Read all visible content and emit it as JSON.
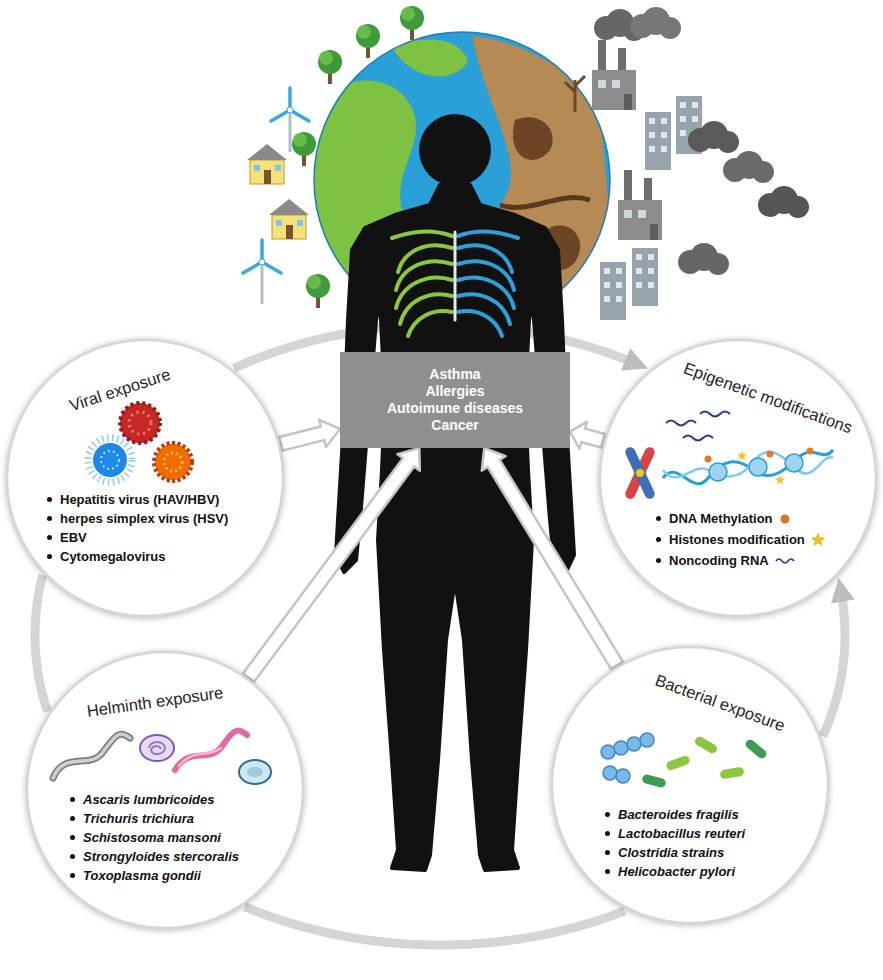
{
  "diagram": {
    "nodes": [
      {
        "text": [
          "Asthma",
          "Allergies",
          "Autoimune diseases",
          "Cancer"
        ]
      },
      {
        "text": [
          "Viral exposure",
          "Hepatitis virus (HAV/HBV)",
          "herpes simplex virus (HSV)",
          "EBV",
          "Cytomegalovirus"
        ]
      },
      {
        "text": [
          "Epigenetic modifications",
          "DNA Methylation",
          "Histones modification",
          "Noncoding RNA"
        ]
      },
      {
        "text": [
          "Helminth exposure",
          "Ascaris lumbricoides",
          "Trichuris trichiura",
          "Schistosoma mansoni",
          "Strongyloides stercoralis",
          "Toxoplasma gondii"
        ]
      },
      {
        "text": [
          "Bacterial exposure",
          "Bacteroides fragilis",
          "Lactobacillus reuteri",
          "Clostridia strains",
          "Helicobacter pylori"
        ]
      }
    ],
    "edges": [
      {
        "from": 1,
        "to": 0,
        "arrow": "to"
      },
      {
        "from": 2,
        "to": 0,
        "arrow": "to"
      },
      {
        "from": 3,
        "to": 0,
        "arrow": "to"
      },
      {
        "from": 4,
        "to": 0,
        "arrow": "to"
      },
      {
        "from": 1,
        "to": 3,
        "arrow": "none"
      },
      {
        "from": 3,
        "to": 4,
        "arrow": "none"
      },
      {
        "from": 4,
        "to": 2,
        "arrow": "to"
      },
      {
        "from": 1,
        "to": 2,
        "arrow": "to"
      }
    ]
  }
}
